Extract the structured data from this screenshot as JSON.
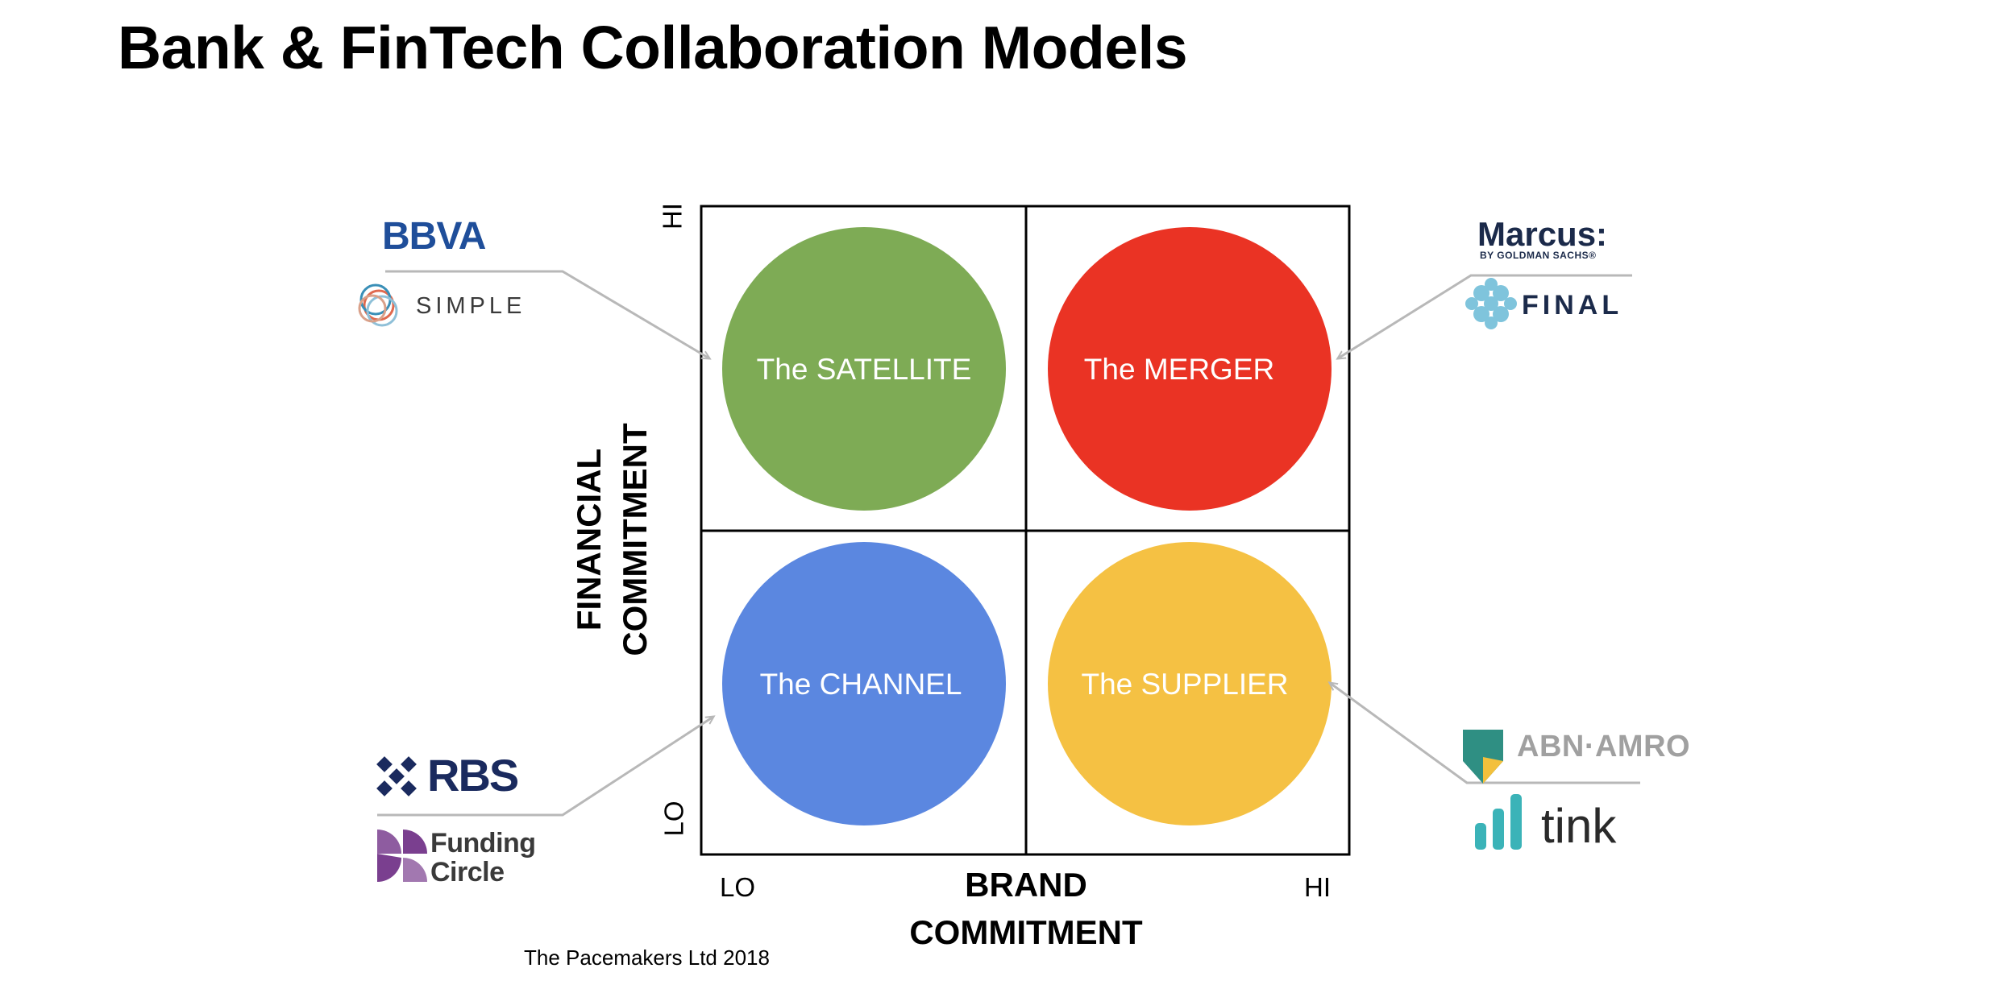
{
  "title": "Bank & FinTech Collaboration Models",
  "quadrants": {
    "satellite": {
      "label": "The SATELLITE",
      "color": "#7eab55"
    },
    "merger": {
      "label": "The MERGER",
      "color": "#ea3324"
    },
    "channel": {
      "label": "The CHANNEL",
      "color": "#5b87e0"
    },
    "supplier": {
      "label": "The SUPPLIER",
      "color": "#f5c143"
    }
  },
  "axes": {
    "y_label_line1": "FINANCIAL",
    "y_label_line2": "COMMITMENT",
    "x_label_line1": "BRAND",
    "x_label_line2": "COMMITMENT",
    "y_hi": "HI",
    "y_lo": "LO",
    "x_lo": "LO",
    "x_hi": "HI"
  },
  "examples": {
    "satellite": {
      "bank": "BBVA",
      "fintech": "SIMPLE"
    },
    "merger": {
      "bank": "Marcus:",
      "bank_sub": "BY GOLDMAN SACHS®",
      "fintech": "FINAL"
    },
    "channel": {
      "bank": "RBS",
      "fintech_line1": "Funding",
      "fintech_line2": "Circle"
    },
    "supplier": {
      "bank": "ABN·AMRO",
      "fintech": "tink"
    }
  },
  "logo_colors": {
    "bbva": "#1f4e9a",
    "marcus": "#1b2a4a",
    "final": "#7fc4dc",
    "rbs": "#1a2a5e",
    "funding_circle": "#7a3f8f",
    "abn_green": "#2f8f83",
    "abn_yellow": "#f3c03c",
    "tink": "#3bb3b8"
  },
  "credit": "The Pacemakers Ltd 2018"
}
